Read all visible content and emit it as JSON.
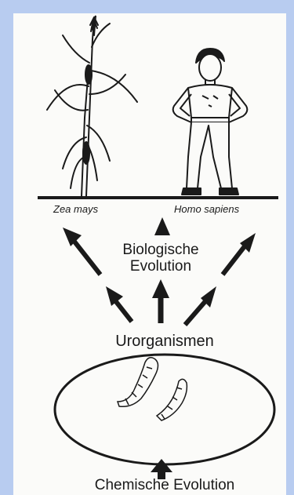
{
  "species": {
    "plant": "Zea mays",
    "human": "Homo sapiens"
  },
  "stages": {
    "biological": [
      "Biologische",
      "Evolution"
    ],
    "origin": "Urorganismen",
    "chemical": "Chemische Evolution"
  },
  "colors": {
    "frame": "#b8ccf0",
    "panel": "#fbfbf9",
    "ink": "#1a1a1a"
  },
  "icons": [
    "corn-plant-icon",
    "human-figure-icon",
    "organism-worm-icon",
    "arrow-up-icon"
  ]
}
